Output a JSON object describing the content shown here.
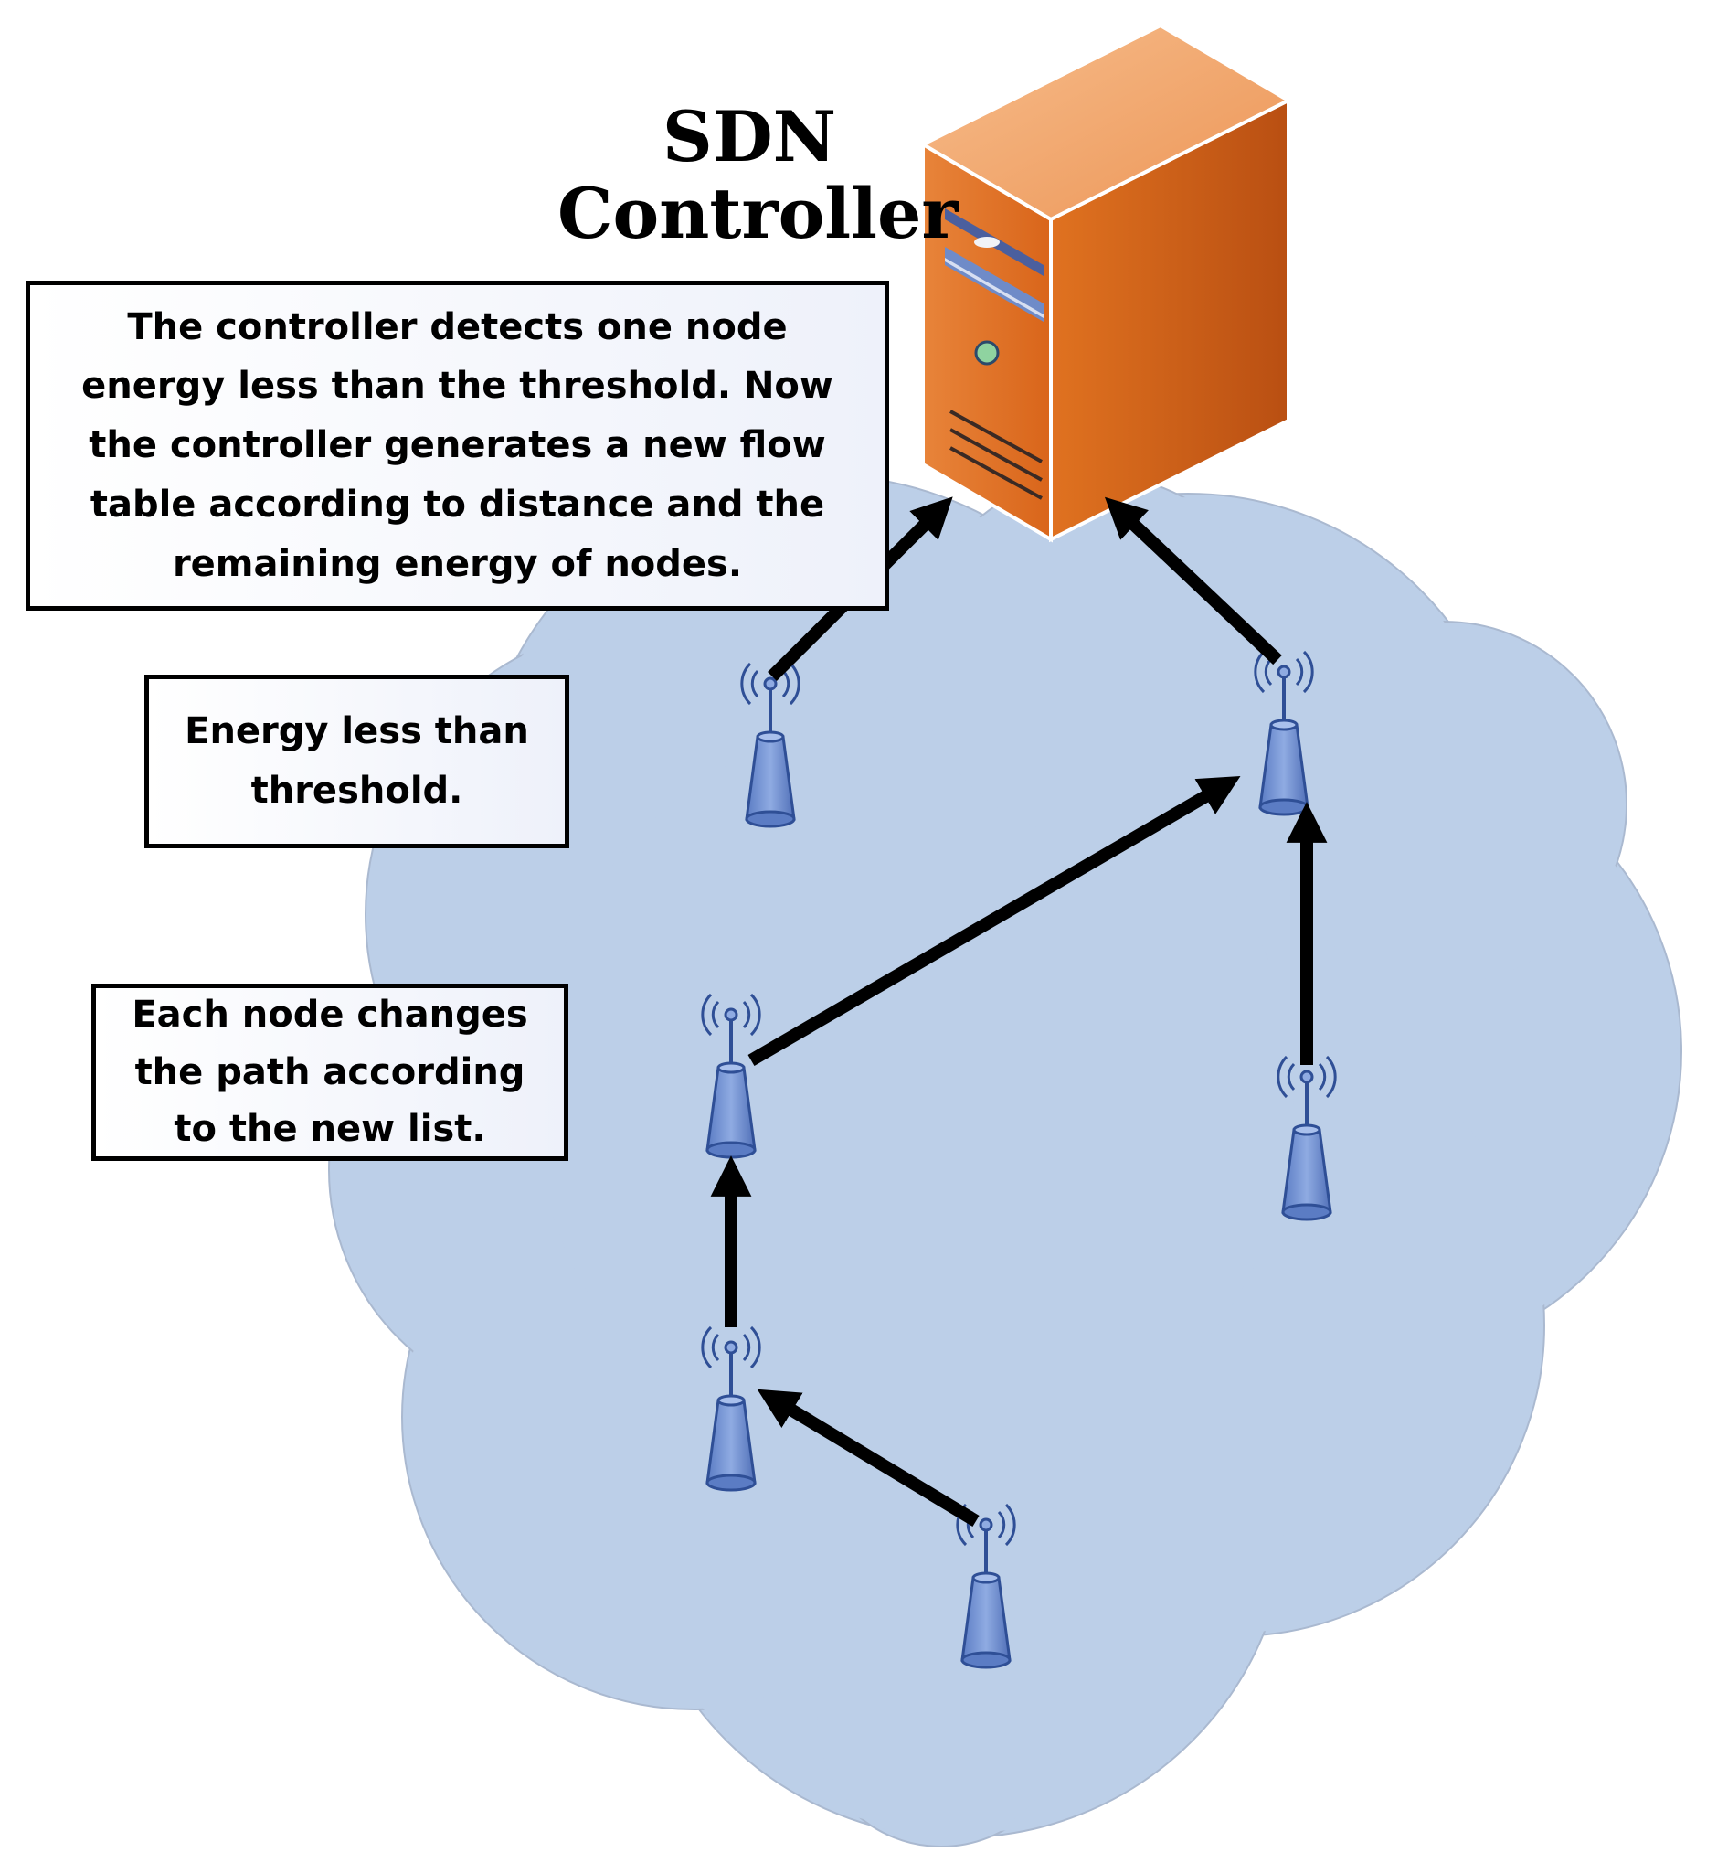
{
  "controller": {
    "title": "SDN\nController"
  },
  "callouts": {
    "flow_table": "The controller detects one node\nenergy less than the threshold. Now\nthe controller generates a new flow\ntable according to distance and the\nremaining energy of nodes.",
    "low_energy": "Energy less than\nthreshold.",
    "path_change": "Each node changes\nthe path according\nto the new list."
  },
  "colors": {
    "cloud_fill": "#bccfe8",
    "server_front": "#d96a16",
    "server_side": "#c24f0b",
    "server_top": "#f0a46c",
    "node_fill": "#6e8fd0",
    "node_stroke": "#2f4f96",
    "arrow": "#000000"
  },
  "icons": {
    "server": "server-tower-icon",
    "node": "wireless-sensor-node-icon"
  }
}
